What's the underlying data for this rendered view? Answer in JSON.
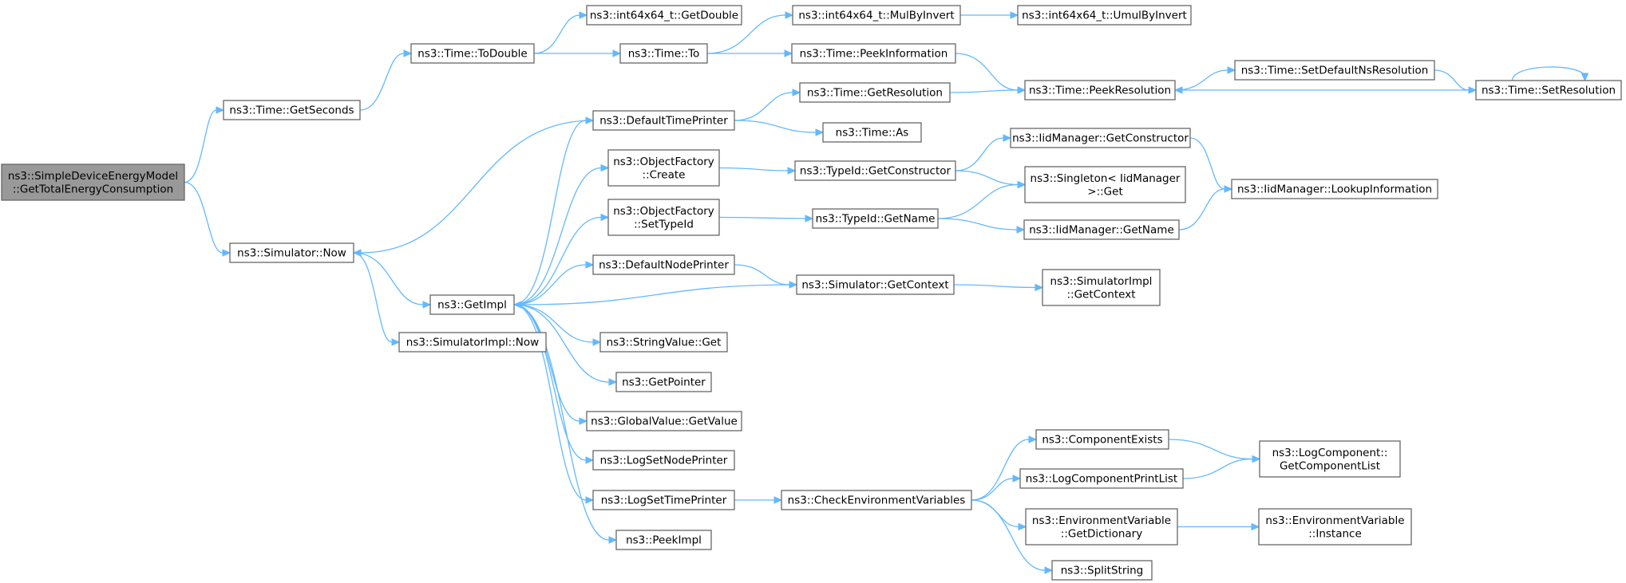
{
  "graph": {
    "nodes": [
      {
        "id": "n0",
        "lines": [
          "ns3::SimpleDeviceEnergyModel",
          "::GetTotalEnergyConsumption"
        ],
        "root": true
      },
      {
        "id": "n1",
        "lines": [
          "ns3::Time::GetSeconds"
        ]
      },
      {
        "id": "n2",
        "lines": [
          "ns3::Simulator::Now"
        ]
      },
      {
        "id": "n3",
        "lines": [
          "ns3::Time::ToDouble"
        ]
      },
      {
        "id": "n4",
        "lines": [
          "ns3::GetImpl"
        ]
      },
      {
        "id": "n5",
        "lines": [
          "ns3::SimulatorImpl::Now"
        ]
      },
      {
        "id": "n6",
        "lines": [
          "ns3::int64x64_t::GetDouble"
        ]
      },
      {
        "id": "n7",
        "lines": [
          "ns3::Time::To"
        ]
      },
      {
        "id": "n8",
        "lines": [
          "ns3::DefaultTimePrinter"
        ]
      },
      {
        "id": "n9",
        "lines": [
          "ns3::ObjectFactory",
          "::Create"
        ]
      },
      {
        "id": "n10",
        "lines": [
          "ns3::ObjectFactory",
          "::SetTypeId"
        ]
      },
      {
        "id": "n11",
        "lines": [
          "ns3::DefaultNodePrinter"
        ]
      },
      {
        "id": "n12",
        "lines": [
          "ns3::StringValue::Get"
        ]
      },
      {
        "id": "n13",
        "lines": [
          "ns3::GetPointer"
        ]
      },
      {
        "id": "n14",
        "lines": [
          "ns3::GlobalValue::GetValue"
        ]
      },
      {
        "id": "n15",
        "lines": [
          "ns3::LogSetNodePrinter"
        ]
      },
      {
        "id": "n16",
        "lines": [
          "ns3::LogSetTimePrinter"
        ]
      },
      {
        "id": "n17",
        "lines": [
          "ns3::PeekImpl"
        ]
      },
      {
        "id": "n18",
        "lines": [
          "ns3::int64x64_t::MulByInvert"
        ]
      },
      {
        "id": "n19",
        "lines": [
          "ns3::Time::PeekInformation"
        ]
      },
      {
        "id": "n20",
        "lines": [
          "ns3::Time::GetResolution"
        ]
      },
      {
        "id": "n21",
        "lines": [
          "ns3::Time::As"
        ]
      },
      {
        "id": "n22",
        "lines": [
          "ns3::TypeId::GetConstructor"
        ]
      },
      {
        "id": "n23",
        "lines": [
          "ns3::TypeId::GetName"
        ]
      },
      {
        "id": "n24",
        "lines": [
          "ns3::Simulator::GetContext"
        ]
      },
      {
        "id": "n25",
        "lines": [
          "ns3::CheckEnvironmentVariables"
        ]
      },
      {
        "id": "n26",
        "lines": [
          "ns3::int64x64_t::UmulByInvert"
        ]
      },
      {
        "id": "n27",
        "lines": [
          "ns3::Time::PeekResolution"
        ]
      },
      {
        "id": "n28",
        "lines": [
          "ns3::IidManager::GetConstructor"
        ]
      },
      {
        "id": "n29",
        "lines": [
          "ns3::Singleton< IidManager",
          ">::Get"
        ]
      },
      {
        "id": "n30",
        "lines": [
          "ns3::IidManager::GetName"
        ]
      },
      {
        "id": "n31",
        "lines": [
          "ns3::SimulatorImpl",
          "::GetContext"
        ]
      },
      {
        "id": "n32",
        "lines": [
          "ns3::ComponentExists"
        ]
      },
      {
        "id": "n33",
        "lines": [
          "ns3::LogComponentPrintList"
        ]
      },
      {
        "id": "n34",
        "lines": [
          "ns3::EnvironmentVariable",
          "::GetDictionary"
        ]
      },
      {
        "id": "n35",
        "lines": [
          "ns3::SplitString"
        ]
      },
      {
        "id": "n36",
        "lines": [
          "ns3::Time::SetDefaultNsResolution"
        ]
      },
      {
        "id": "n37",
        "lines": [
          "ns3::Time::SetResolution"
        ]
      },
      {
        "id": "n38",
        "lines": [
          "ns3::IidManager::LookupInformation"
        ]
      },
      {
        "id": "n39",
        "lines": [
          "ns3::LogComponent::",
          "GetComponentList"
        ]
      },
      {
        "id": "n40",
        "lines": [
          "ns3::EnvironmentVariable",
          "::Instance"
        ]
      }
    ],
    "edges": [
      [
        "n0",
        "n1"
      ],
      [
        "n0",
        "n2"
      ],
      [
        "n1",
        "n3"
      ],
      [
        "n3",
        "n6"
      ],
      [
        "n3",
        "n7"
      ],
      [
        "n7",
        "n18"
      ],
      [
        "n7",
        "n19"
      ],
      [
        "n18",
        "n26"
      ],
      [
        "n19",
        "n27"
      ],
      [
        "n27",
        "n36"
      ],
      [
        "n36",
        "n37"
      ],
      [
        "n37",
        "n37"
      ],
      [
        "n37",
        "n27"
      ],
      [
        "n2",
        "n4"
      ],
      [
        "n2",
        "n5"
      ],
      [
        "n8",
        "n2"
      ],
      [
        "n4",
        "n8"
      ],
      [
        "n4",
        "n9"
      ],
      [
        "n4",
        "n10"
      ],
      [
        "n4",
        "n11"
      ],
      [
        "n4",
        "n12"
      ],
      [
        "n4",
        "n13"
      ],
      [
        "n4",
        "n14"
      ],
      [
        "n4",
        "n15"
      ],
      [
        "n4",
        "n16"
      ],
      [
        "n4",
        "n17"
      ],
      [
        "n8",
        "n20"
      ],
      [
        "n8",
        "n21"
      ],
      [
        "n20",
        "n27"
      ],
      [
        "n9",
        "n22"
      ],
      [
        "n22",
        "n28"
      ],
      [
        "n22",
        "n29"
      ],
      [
        "n28",
        "n38"
      ],
      [
        "n10",
        "n23"
      ],
      [
        "n23",
        "n29"
      ],
      [
        "n23",
        "n30"
      ],
      [
        "n30",
        "n38"
      ],
      [
        "n11",
        "n24"
      ],
      [
        "n24",
        "n4"
      ],
      [
        "n24",
        "n31"
      ],
      [
        "n16",
        "n25"
      ],
      [
        "n25",
        "n32"
      ],
      [
        "n25",
        "n33"
      ],
      [
        "n25",
        "n34"
      ],
      [
        "n25",
        "n35"
      ],
      [
        "n32",
        "n39"
      ],
      [
        "n33",
        "n39"
      ],
      [
        "n34",
        "n40"
      ]
    ]
  }
}
